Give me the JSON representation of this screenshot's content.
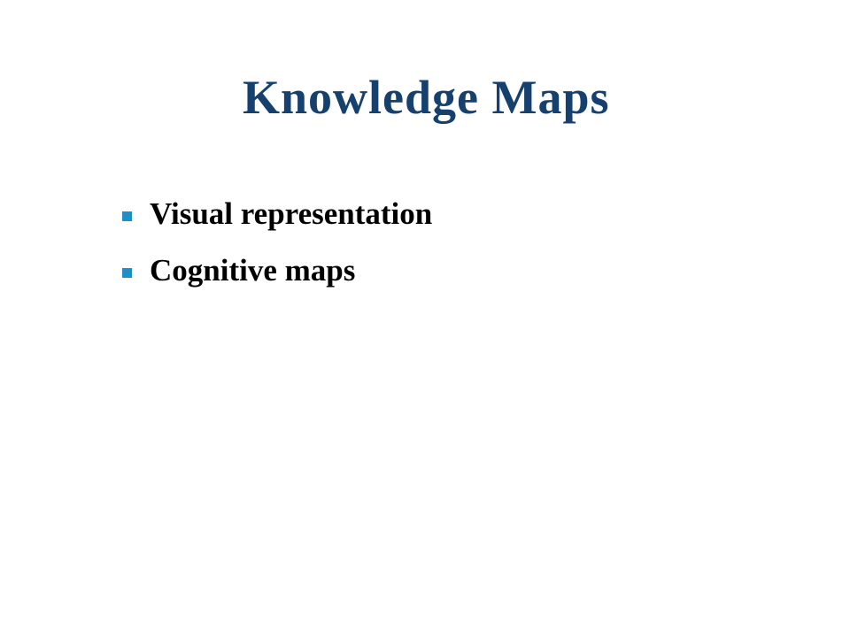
{
  "slide": {
    "title": "Knowledge Maps",
    "title_color": "#16406e",
    "bullet_color": "#1e8fc8",
    "bullets": [
      {
        "text": "Visual representation",
        "marker_icon": "square-bullet-icon"
      },
      {
        "text": "Cognitive maps",
        "marker_icon": "square-bullet-icon"
      }
    ]
  }
}
